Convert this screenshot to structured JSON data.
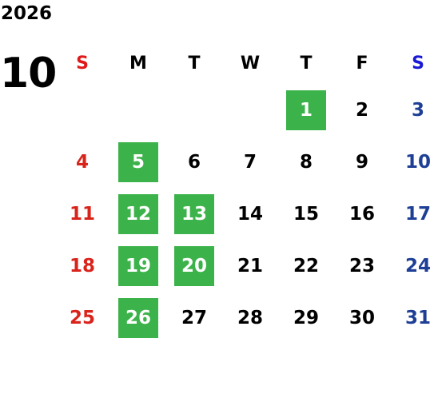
{
  "calendar": {
    "year": "2026",
    "month": "10",
    "weekdays": [
      "S",
      "M",
      "T",
      "W",
      "T",
      "F",
      "S"
    ],
    "highlight_color": "#3cb34a",
    "sunday_color": "#d9241c",
    "saturday_color": "#1e3f95",
    "weeks": [
      [
        {
          "day": ""
        },
        {
          "day": ""
        },
        {
          "day": ""
        },
        {
          "day": ""
        },
        {
          "day": "1",
          "highlight": true
        },
        {
          "day": "2"
        },
        {
          "day": "3"
        }
      ],
      [
        {
          "day": "4"
        },
        {
          "day": "5",
          "highlight": true
        },
        {
          "day": "6"
        },
        {
          "day": "7"
        },
        {
          "day": "8"
        },
        {
          "day": "9"
        },
        {
          "day": "10"
        }
      ],
      [
        {
          "day": "11"
        },
        {
          "day": "12",
          "highlight": true
        },
        {
          "day": "13",
          "highlight": true
        },
        {
          "day": "14"
        },
        {
          "day": "15"
        },
        {
          "day": "16"
        },
        {
          "day": "17"
        }
      ],
      [
        {
          "day": "18"
        },
        {
          "day": "19",
          "highlight": true
        },
        {
          "day": "20",
          "highlight": true
        },
        {
          "day": "21"
        },
        {
          "day": "22"
        },
        {
          "day": "23"
        },
        {
          "day": "24"
        }
      ],
      [
        {
          "day": "25"
        },
        {
          "day": "26",
          "highlight": true
        },
        {
          "day": "27"
        },
        {
          "day": "28"
        },
        {
          "day": "29"
        },
        {
          "day": "30"
        },
        {
          "day": "31"
        }
      ]
    ]
  }
}
